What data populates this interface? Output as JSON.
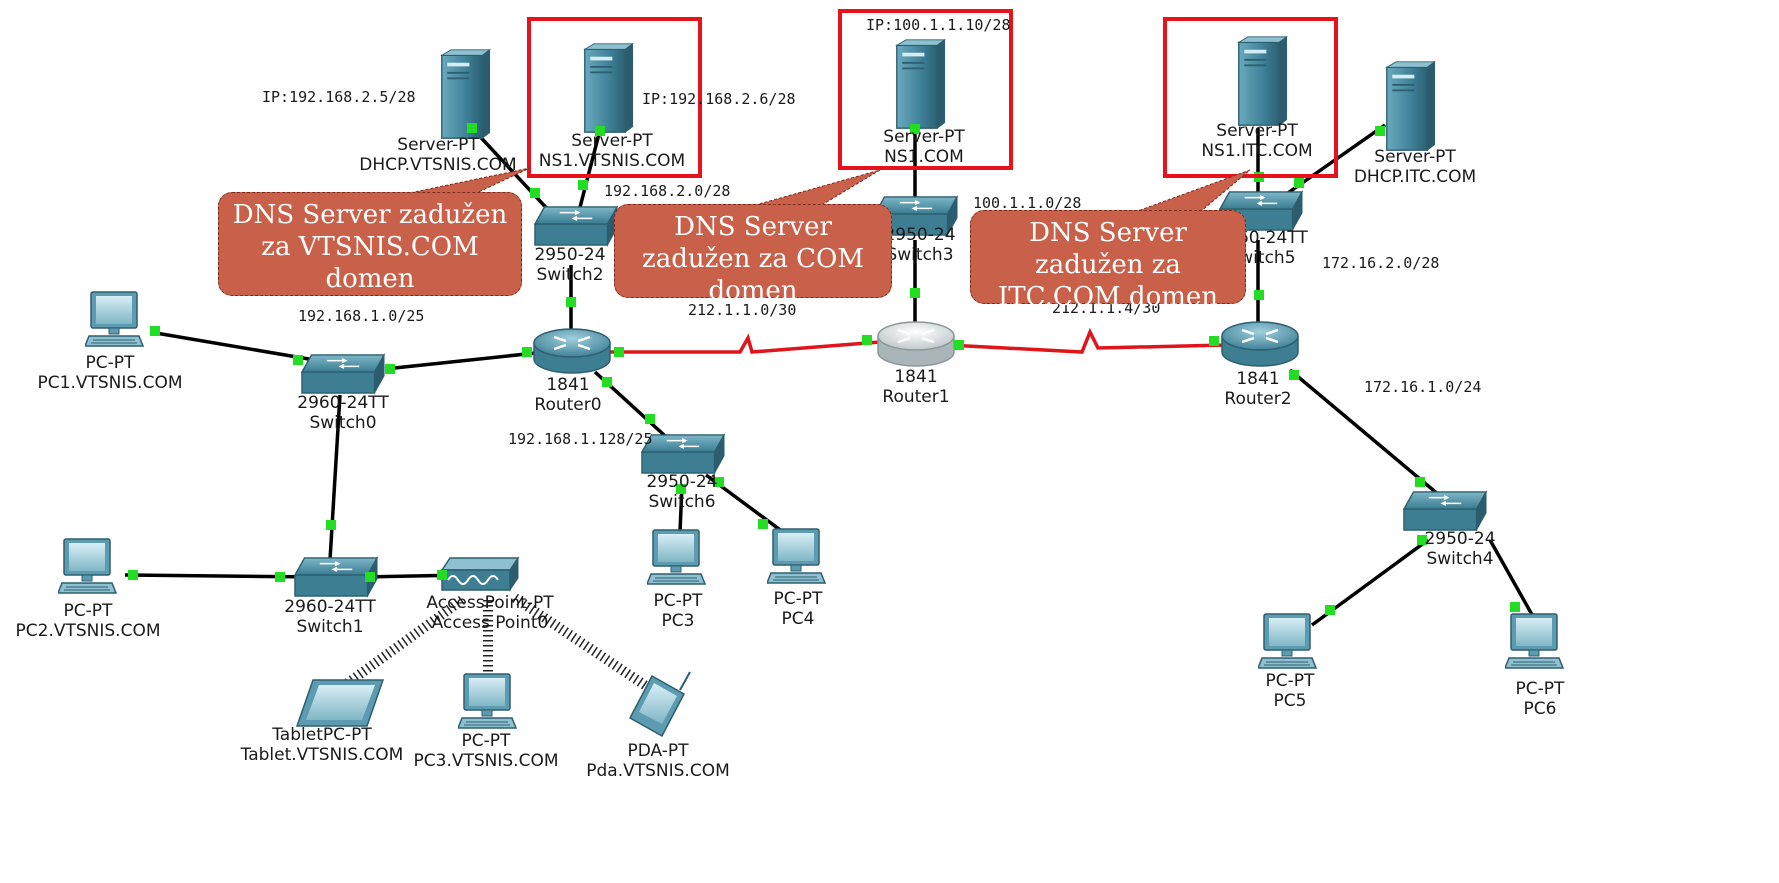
{
  "devices": {
    "server_dhcp_vtsnis": {
      "type": "Server-PT",
      "name": "DHCP.VTSNIS.COM",
      "ip": "IP:192.168.2.5/28"
    },
    "server_ns1_vtsnis": {
      "type": "Server-PT",
      "name": "NS1.VTSNIS.COM",
      "ip": "IP:192.168.2.6/28"
    },
    "server_ns1_com": {
      "type": "Server-PT",
      "name": "NS1.COM",
      "ip": "IP:100.1.1.10/28"
    },
    "server_ns1_itc": {
      "type": "Server-PT",
      "name": "NS1.ITC.COM"
    },
    "server_dhcp_itc": {
      "type": "Server-PT",
      "name": "DHCP.ITC.COM"
    },
    "switch2": {
      "model": "2950-24",
      "name": "Switch2"
    },
    "switch3": {
      "model": "2950-24",
      "name": "Switch3"
    },
    "switch5": {
      "model": "2960-24TT",
      "name": "Switch5"
    },
    "switch0": {
      "model": "2960-24TT",
      "name": "Switch0"
    },
    "switch1": {
      "model": "2960-24TT",
      "name": "Switch1"
    },
    "switch6": {
      "model": "2950-24",
      "name": "Switch6"
    },
    "switch4": {
      "model": "2950-24",
      "name": "Switch4"
    },
    "router0": {
      "model": "1841",
      "name": "Router0"
    },
    "router1": {
      "model": "1841",
      "name": "Router1"
    },
    "router2": {
      "model": "1841",
      "name": "Router2"
    },
    "pc1": {
      "type": "PC-PT",
      "name": "PC1.VTSNIS.COM"
    },
    "pc2": {
      "type": "PC-PT",
      "name": "PC2.VTSNIS.COM"
    },
    "pc3_vtsnis": {
      "type": "PC-PT",
      "name": "PC3.VTSNIS.COM"
    },
    "pc3": {
      "type": "PC-PT",
      "name": "PC3"
    },
    "pc4": {
      "type": "PC-PT",
      "name": "PC4"
    },
    "pc5": {
      "type": "PC-PT",
      "name": "PC5"
    },
    "pc6": {
      "type": "PC-PT",
      "name": "PC6"
    },
    "access_point": {
      "type": "AccessPoint-PT",
      "name": "Access Point0"
    },
    "tablet": {
      "type": "TabletPC-PT",
      "name": "Tablet.VTSNIS.COM"
    },
    "pda": {
      "type": "PDA-PT",
      "name": "Pda.VTSNIS.COM"
    }
  },
  "networks": {
    "net_192_168_2": "192.168.2.0/28",
    "net_192_168_1_0": "192.168.1.0/25",
    "net_192_168_1_128": "192.168.1.128/25",
    "net_212_1_1_0": "212.1.1.0/30",
    "net_212_1_1_4": "212.1.1.4/30",
    "net_100_1_1": "100.1.1.0/28",
    "net_172_16_2": "172.16.2.0/28",
    "net_172_16_1": "172.16.1.0/24"
  },
  "callouts": {
    "vtsnis": "DNS Server zadužen za VTSNIS.COM domen",
    "com": "DNS Server zadužen za COM domen",
    "itc": "DNS Server zadužen za ITC.COM domen"
  },
  "colors": {
    "device": "#4d8fa6",
    "cable": "#000000",
    "serial": "#e0141b",
    "port": "#22dd22",
    "highlight": "#e8121b",
    "callout": "#c9604a"
  }
}
